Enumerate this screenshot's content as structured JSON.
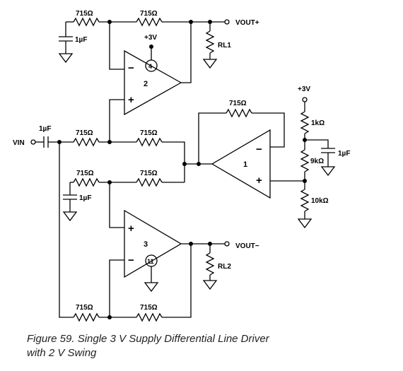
{
  "caption": {
    "line1": "Figure 59.  Single 3 V Supply Differential Line Driver",
    "line2": "with 2 V Swing"
  },
  "labels": {
    "res_715": "715Ω",
    "cap_1u": "1µF",
    "supply": "+3V",
    "vout_pos": "VOUT+",
    "vout_neg": "VOUT−",
    "vin": "VIN",
    "rl1": "RL1",
    "rl2": "RL2",
    "res_1k": "1kΩ",
    "res_9k": "9kΩ",
    "res_10k": "10kΩ",
    "amp1": "1",
    "amp2": "2",
    "amp3": "3",
    "pin4": "4",
    "pin11": "11",
    "plus": "+",
    "minus": "−"
  }
}
